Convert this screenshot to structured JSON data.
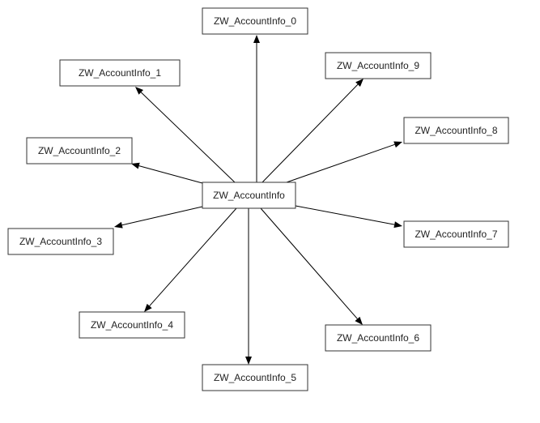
{
  "diagram": {
    "center": {
      "id": "center",
      "label": "ZW_AccountInfo"
    },
    "nodes": [
      {
        "id": "n0",
        "label": "ZW_AccountInfo_0"
      },
      {
        "id": "n1",
        "label": "ZW_AccountInfo_1"
      },
      {
        "id": "n2",
        "label": "ZW_AccountInfo_2"
      },
      {
        "id": "n3",
        "label": "ZW_AccountInfo_3"
      },
      {
        "id": "n4",
        "label": "ZW_AccountInfo_4"
      },
      {
        "id": "n5",
        "label": "ZW_AccountInfo_5"
      },
      {
        "id": "n6",
        "label": "ZW_AccountInfo_6"
      },
      {
        "id": "n7",
        "label": "ZW_AccountInfo_7"
      },
      {
        "id": "n8",
        "label": "ZW_AccountInfo_8"
      },
      {
        "id": "n9",
        "label": "ZW_AccountInfo_9"
      }
    ],
    "edges": [
      {
        "from": "center",
        "to": "n0"
      },
      {
        "from": "center",
        "to": "n1"
      },
      {
        "from": "center",
        "to": "n2"
      },
      {
        "from": "center",
        "to": "n3"
      },
      {
        "from": "center",
        "to": "n4"
      },
      {
        "from": "center",
        "to": "n5"
      },
      {
        "from": "center",
        "to": "n6"
      },
      {
        "from": "center",
        "to": "n7"
      },
      {
        "from": "center",
        "to": "n8"
      },
      {
        "from": "center",
        "to": "n9"
      }
    ]
  }
}
